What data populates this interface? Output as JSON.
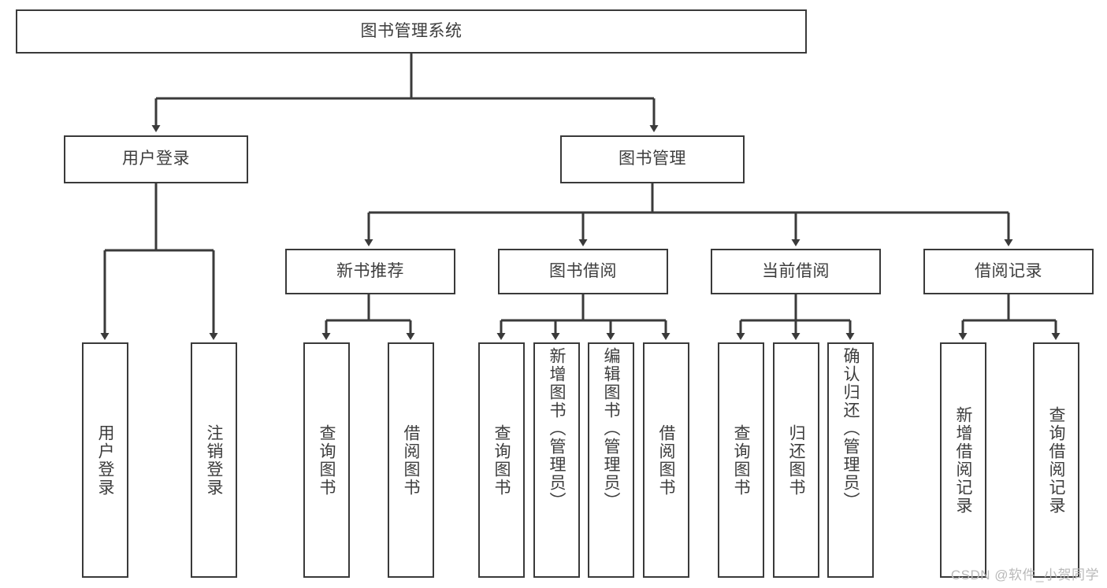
{
  "diagram": {
    "title": "图书管理系统",
    "type": "tree-hierarchy",
    "root": {
      "label": "图书管理系统"
    },
    "level2": [
      {
        "label": "用户登录"
      },
      {
        "label": "图书管理"
      }
    ],
    "level3": [
      {
        "label": "新书推荐"
      },
      {
        "label": "图书借阅"
      },
      {
        "label": "当前借阅"
      },
      {
        "label": "借阅记录"
      }
    ],
    "leaves_user_login": [
      {
        "label": "用户登录"
      },
      {
        "label": "注销登录"
      }
    ],
    "leaves_new_book": [
      {
        "label": "查询图书"
      },
      {
        "label": "借阅图书"
      }
    ],
    "leaves_borrow": [
      {
        "label": "查询图书"
      },
      {
        "label": "新增图书（管理员）"
      },
      {
        "label": "编辑图书（管理员）"
      },
      {
        "label": "借阅图书"
      }
    ],
    "leaves_current": [
      {
        "label": "查询图书"
      },
      {
        "label": "归还图书"
      },
      {
        "label": "确认归还（管理员）"
      }
    ],
    "leaves_record": [
      {
        "label": "新增借阅记录"
      },
      {
        "label": "查询借阅记录"
      }
    ]
  },
  "watermark": {
    "text": "CSDN @软件_小贺同学"
  },
  "colors": {
    "stroke": "#3a3a3a",
    "text": "#3d3d3d",
    "background": "#ffffff",
    "watermark": "#b9b9b9"
  }
}
